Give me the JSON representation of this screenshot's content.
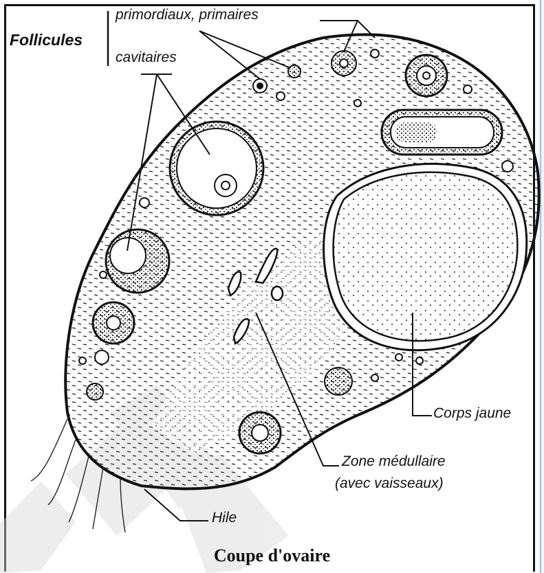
{
  "labels": {
    "follicules": "Follicules",
    "primordiaux": "primordiaux, primaires",
    "cavitaires": "cavitaires",
    "corps_jaune": "Corps jaune",
    "zone_medullaire_line1": "Zone médullaire",
    "zone_medullaire_line2": "(avec vaisseaux)",
    "hile": "Hile"
  },
  "title": "Coupe d'ovaire",
  "colors": {
    "ink": "#111111",
    "watermark": "#d9d9d9",
    "edge": "#a8bce0"
  }
}
